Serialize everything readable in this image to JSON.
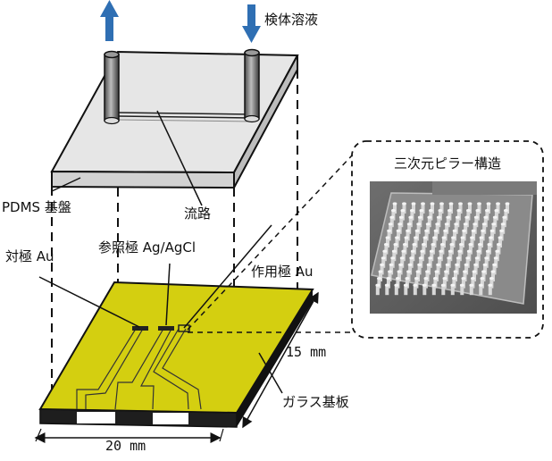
{
  "labels": {
    "sample_solution": "検体溶液",
    "pdms_substrate": "PDMS 基盤",
    "flow_channel": "流路",
    "counter_electrode": "対極 Au",
    "reference_electrode": "参照極 Ag/AgCl",
    "working_electrode": "作用極 Au",
    "glass_substrate": "ガラス基板",
    "pillar_structure": "三次元ピラー構造",
    "dim_depth": "15 mm",
    "dim_width": "20 mm"
  },
  "colors": {
    "flow_arrow": "#2f6fb3",
    "electrode_layer": "#d4cf10",
    "pdms_fill": "#dcdcdc",
    "glass_edge": "#1a1a1a",
    "pillar_bg": "#5a5a5a",
    "pillar": "#e6e6e6"
  },
  "icons": {
    "outflow": "arrow-up-icon",
    "inflow": "arrow-down-icon"
  }
}
